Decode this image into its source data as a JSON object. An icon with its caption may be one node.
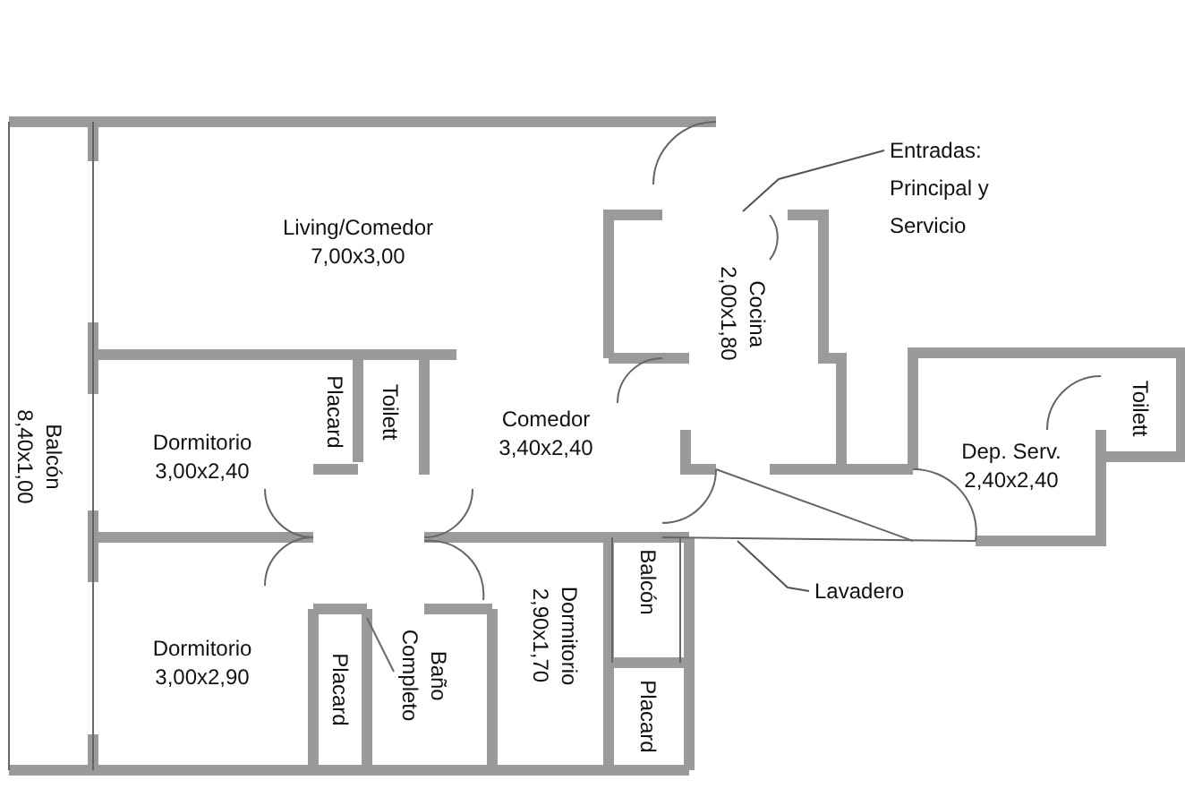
{
  "diagram": {
    "nodes": [
      {
        "text": [
          "Living/Comedor",
          "7,00x3,00"
        ]
      },
      {
        "text": [
          "Cocina",
          "2,00x1,80"
        ]
      },
      {
        "text": [
          "Balcón",
          "8,40x1,00"
        ]
      },
      {
        "text": [
          "Dormitorio",
          "3,00x2,40"
        ]
      },
      {
        "text": [
          "Placard"
        ]
      },
      {
        "text": [
          "Toilett"
        ]
      },
      {
        "text": [
          "Comedor",
          "3,40x2,40"
        ]
      },
      {
        "text": [
          "Dep. Serv.",
          "2,40x2,40"
        ]
      },
      {
        "text": [
          "Toilett"
        ]
      },
      {
        "text": [
          "Dormitorio",
          "2,90x1,70"
        ]
      },
      {
        "text": [
          "Balcón"
        ]
      },
      {
        "text": [
          "Dormitorio",
          "3,00x2,90"
        ]
      },
      {
        "text": [
          "Placard"
        ]
      },
      {
        "text": [
          "Baño",
          "Completo"
        ]
      },
      {
        "text": [
          "Placard"
        ]
      },
      {
        "text": [
          "Entradas: Principal y Servicio"
        ]
      },
      {
        "text": [
          "Lavadero"
        ]
      }
    ],
    "edges": [
      {
        "from": 15,
        "to": null,
        "arrow": "none"
      },
      {
        "from": 16,
        "to": null,
        "arrow": "none"
      }
    ]
  }
}
